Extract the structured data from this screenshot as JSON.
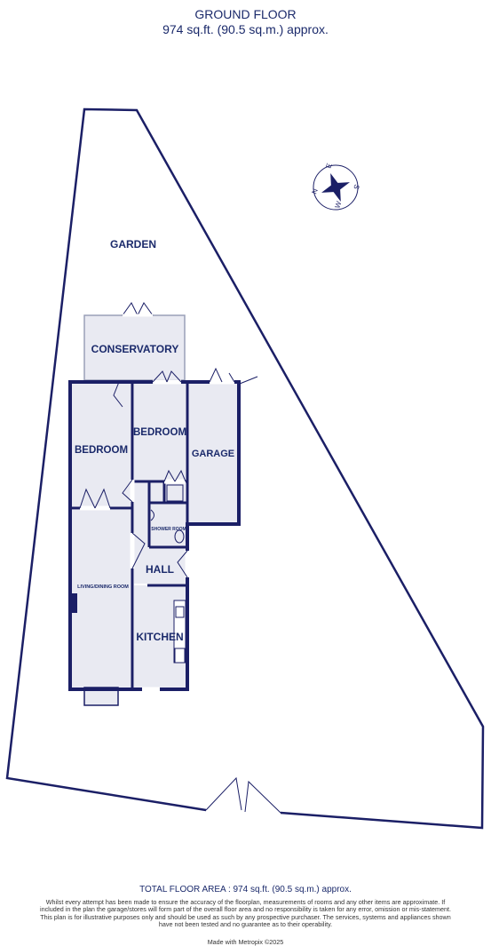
{
  "header": {
    "title": "GROUND FLOOR",
    "area": "974 sq.ft. (90.5 sq.m.) approx."
  },
  "rooms": {
    "garden": "GARDEN",
    "conservatory": "CONSERVATORY",
    "bedroom_left": "BEDROOM",
    "bedroom_right": "BEDROOM",
    "garage": "GARAGE",
    "shower_room": "SHOWER ROOM",
    "hall": "HALL",
    "living_dining": "LIVING/DINING ROOM",
    "kitchen": "KITCHEN"
  },
  "compass": {
    "letters": [
      "N",
      "E",
      "S",
      "W"
    ]
  },
  "colors": {
    "wall": "#1b1f66",
    "room_fill": "#e9eaf2",
    "text": "#1b2a6b"
  },
  "footer": {
    "total": "TOTAL FLOOR AREA : 974 sq.ft. (90.5 sq.m.) approx.",
    "disclaimer": "Whilst every attempt has been made to ensure the accuracy of the floorplan, measurements of rooms and any other items are approximate. If included in the plan the garage/stores will form part of the overall floor area and no responsibility is taken for any error, omission or mis-statement. This plan is for illustrative purposes only and should be used as such by any prospective purchaser. The services, systems and appliances shown have not been tested and no guarantee as to their operability.",
    "made_with": "Made with Metropix ©2025"
  }
}
